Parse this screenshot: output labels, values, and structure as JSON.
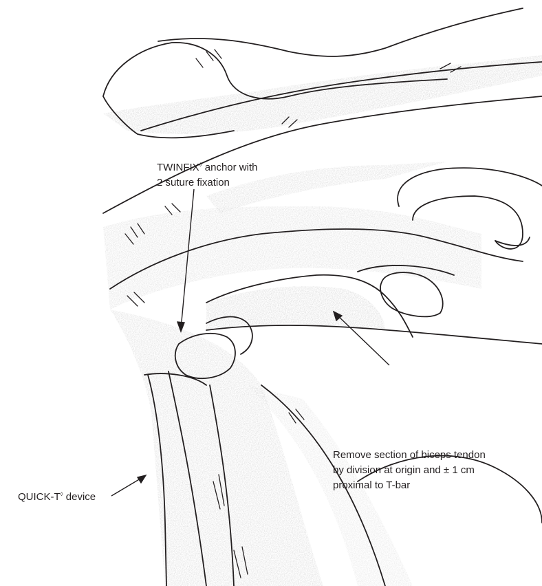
{
  "colors": {
    "ink": "#231f20",
    "shade": "#9a9a9a",
    "paper": "#ffffff"
  },
  "labels": {
    "twinfix": {
      "line1_a": "TWINFIX",
      "line1_mark": "◊",
      "line1_b": " anchor with",
      "line2": "2 suture fixation"
    },
    "quickt": {
      "text_a": "QUICK-T",
      "text_mark": "◊",
      "text_b": " device"
    },
    "remove": {
      "line1": "Remove section of biceps tendon",
      "line2": "by division at origin and ± 1 cm",
      "line3": "proximal to T-bar"
    }
  }
}
